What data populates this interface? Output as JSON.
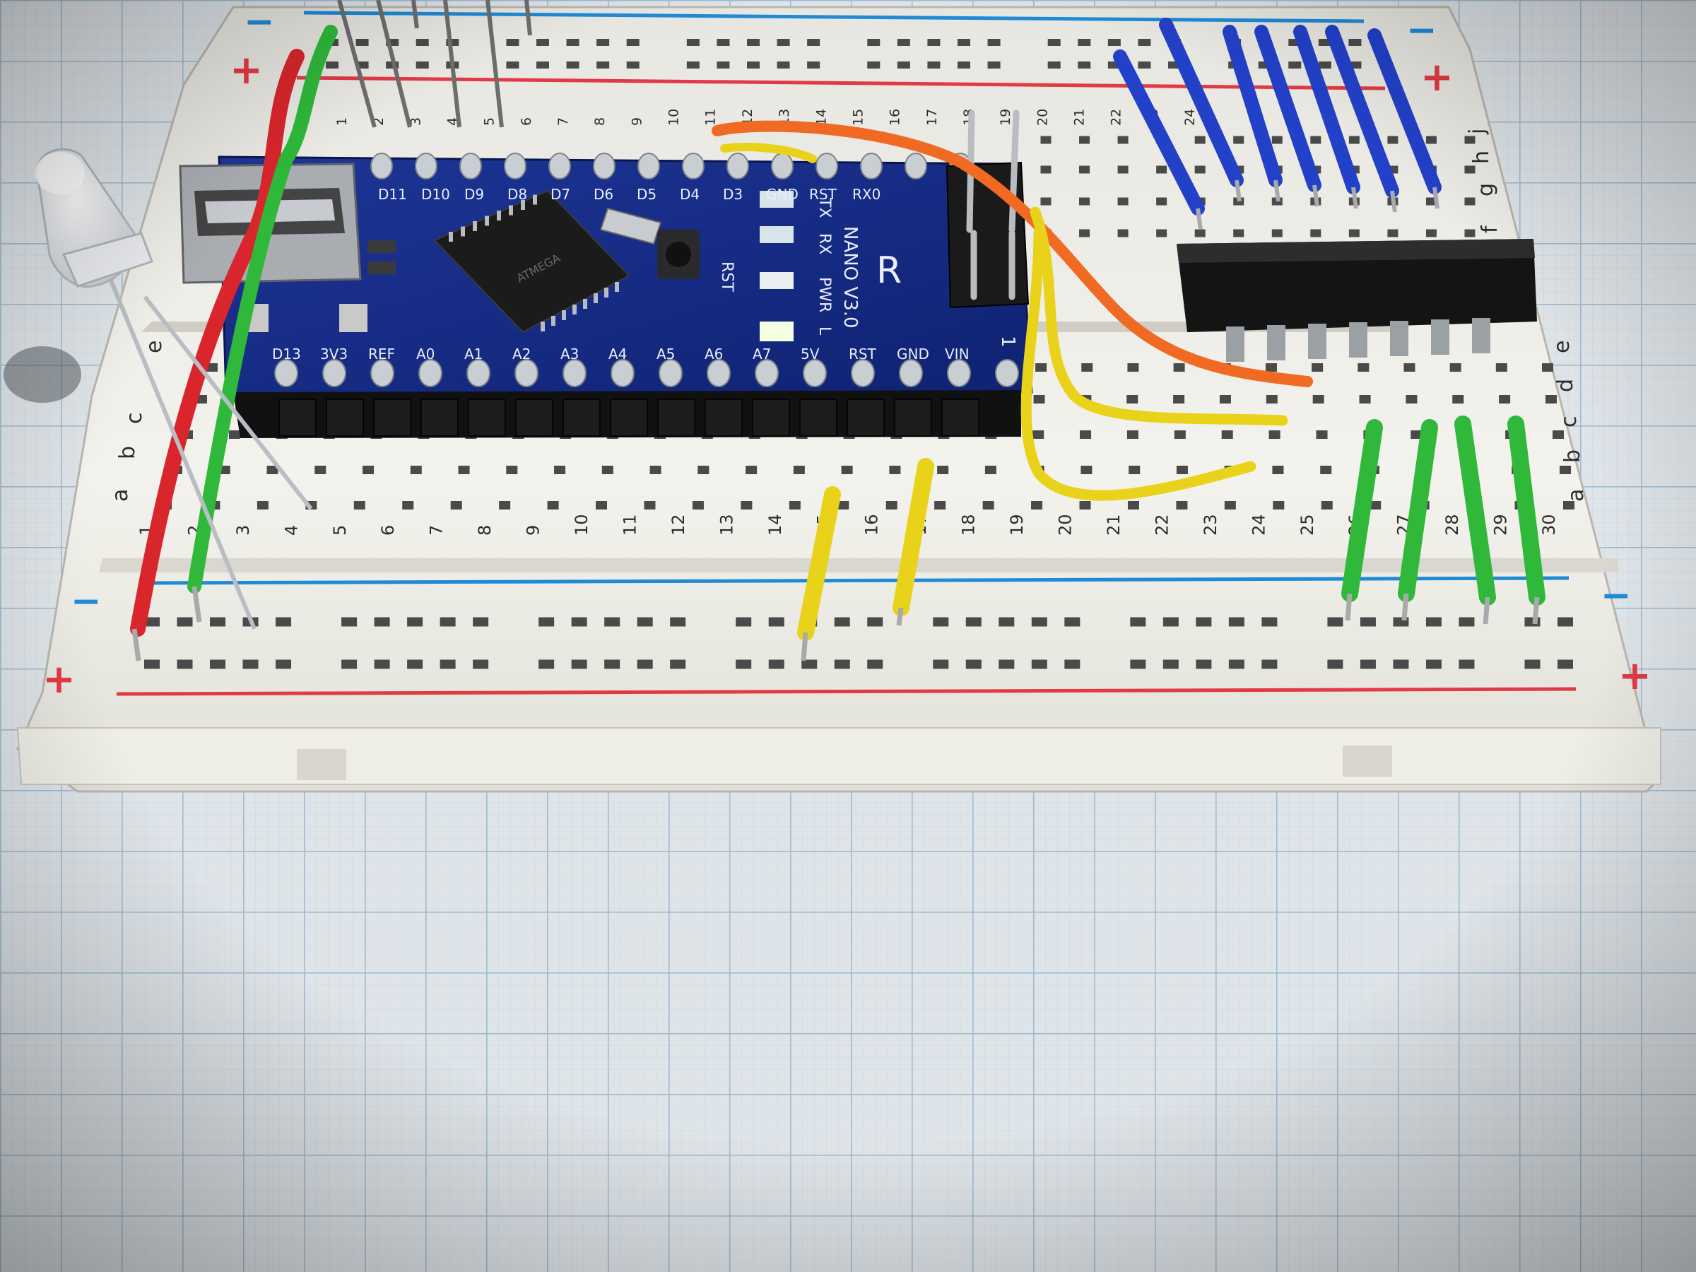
{
  "board": {
    "name": "NANO V3.0",
    "logo": "R",
    "silk_labels": [
      "TX",
      "RX",
      "PWR",
      "L",
      "RST"
    ],
    "header_pin1": "1",
    "top_pins": [
      "D11",
      "D10",
      "D9",
      "D8",
      "D7",
      "D6",
      "D5",
      "D4",
      "D3",
      "GND",
      "RST",
      "RX0"
    ],
    "bottom_pins": [
      "D13",
      "3V3",
      "REF",
      "A0",
      "A1",
      "A2",
      "A3",
      "A4",
      "A5",
      "A6",
      "A7",
      "5V",
      "RST",
      "GND",
      "VIN"
    ],
    "mcu_marking": "ATMEGA"
  },
  "breadboard": {
    "rows_top": [
      "1",
      "2",
      "3",
      "4",
      "5",
      "6",
      "7",
      "8",
      "9",
      "10",
      "11",
      "12",
      "13",
      "14",
      "15",
      "16",
      "17",
      "18",
      "19",
      "20",
      "21",
      "22",
      "23",
      "24"
    ],
    "rows_bottom": [
      "1",
      "2",
      "3",
      "4",
      "5",
      "6",
      "7",
      "8",
      "9",
      "10",
      "11",
      "12",
      "13",
      "14",
      "15",
      "16",
      "17",
      "18",
      "19",
      "20",
      "21",
      "22",
      "23",
      "24",
      "25",
      "26",
      "27",
      "28",
      "29",
      "30"
    ],
    "letters_left": [
      "a",
      "b",
      "c",
      "e"
    ],
    "letters_right": [
      "a",
      "b",
      "c",
      "d",
      "e"
    ],
    "letters_upper_right": [
      "f",
      "g",
      "h",
      "j"
    ],
    "rail_minus": "−",
    "rail_plus": "+"
  },
  "wires": {
    "colors": {
      "red": "#d8262c",
      "green": "#2fb83a",
      "blue": "#2340c8",
      "yellow": "#e8d31a",
      "orange": "#f06a24"
    }
  },
  "components": {
    "led_icon": "led-icon",
    "ic_icon": "ic-chip-icon"
  }
}
